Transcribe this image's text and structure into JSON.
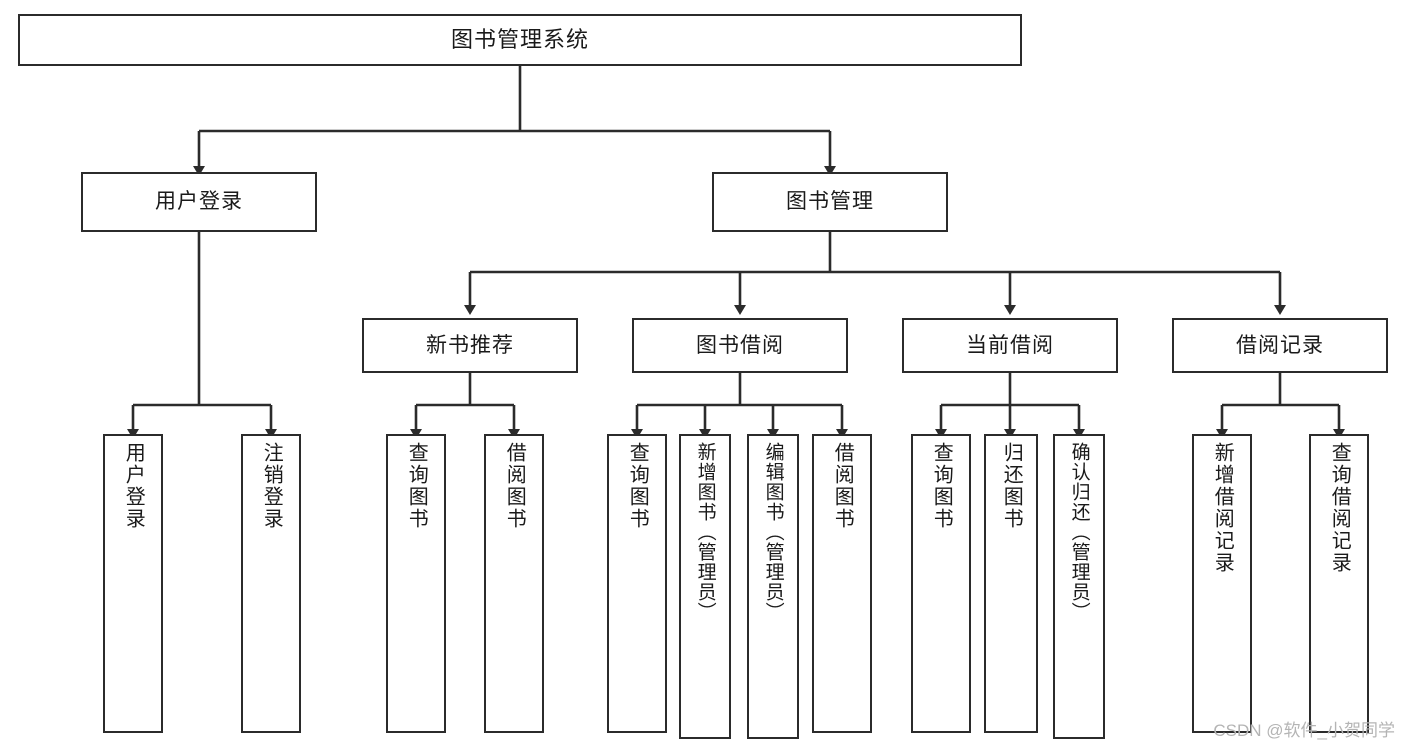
{
  "diagram": {
    "title": "图书管理系统",
    "type": "tree-hierarchy-diagram",
    "root": {
      "label": "图书管理系统"
    },
    "level2": [
      {
        "label": "用户登录"
      },
      {
        "label": "图书管理"
      }
    ],
    "level3": [
      {
        "label": "新书推荐"
      },
      {
        "label": "图书借阅"
      },
      {
        "label": "当前借阅"
      },
      {
        "label": "借阅记录"
      }
    ],
    "leaves": {
      "user_login": [
        {
          "label": "用户登录"
        },
        {
          "label": "注销登录"
        }
      ],
      "new_book_recommend": [
        {
          "label": "查询图书"
        },
        {
          "label": "借阅图书"
        }
      ],
      "book_borrow": [
        {
          "label": "查询图书"
        },
        {
          "label": "新增图书（管理员）"
        },
        {
          "label": "编辑图书（管理员）"
        },
        {
          "label": "借阅图书"
        }
      ],
      "current_borrow": [
        {
          "label": "查询图书"
        },
        {
          "label": "归还图书"
        },
        {
          "label": "确认归还（管理员）"
        }
      ],
      "borrow_record": [
        {
          "label": "新增借阅记录"
        },
        {
          "label": "查询借阅记录"
        }
      ]
    },
    "watermark": "CSDN @软件_小贺同学",
    "colors": {
      "stroke": "#2b2b2b",
      "fill": "#ffffff",
      "text": "#1a1a1a",
      "watermark": "#b4b4b4"
    }
  }
}
